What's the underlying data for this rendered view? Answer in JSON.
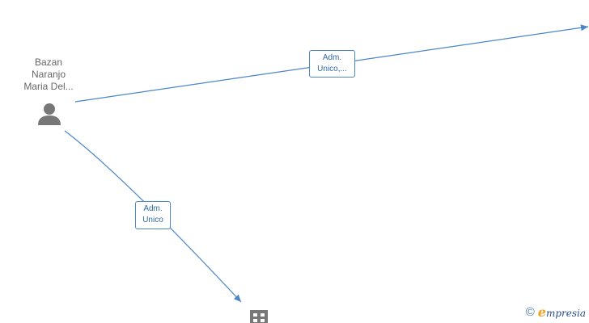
{
  "person": {
    "name_lines": [
      "Bazan",
      "Naranjo",
      "Maria Del..."
    ],
    "icon": "person-icon"
  },
  "company": {
    "icon": "building-icon"
  },
  "edges": [
    {
      "from": "person",
      "to": "offscreen-right",
      "label_lines": [
        "Adm.",
        "Unico,..."
      ]
    },
    {
      "from": "person",
      "to": "company",
      "label_lines": [
        "Adm.",
        "Unico"
      ]
    }
  ],
  "colors": {
    "edge": "#4a86c8",
    "node_icon": "#777777",
    "label_text": "#666666"
  },
  "watermark": {
    "symbol": "©",
    "brand_initial": "e",
    "brand_rest": "mpresia"
  }
}
